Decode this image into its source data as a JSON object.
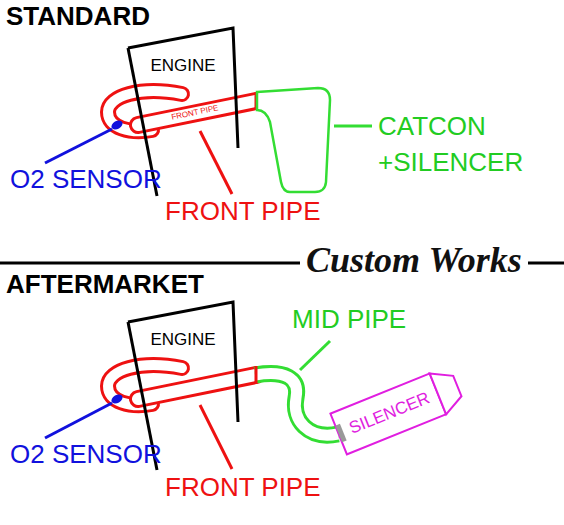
{
  "diagram": {
    "nodes": [
      {
        "text": [
          "ENGINE"
        ]
      },
      {
        "text": [
          "FRONT PIPE"
        ]
      },
      {
        "text": [
          "ENGINE"
        ]
      },
      {
        "text": [
          "SILENCER"
        ]
      }
    ],
    "labels": [
      "STANDARD",
      "O2 SENSOR",
      "FRONT PIPE",
      "CATCON +SILENCER",
      "Custom Works",
      "AFTERMARKET",
      "MID PIPE",
      "O2 SENSOR",
      "FRONT PIPE"
    ]
  }
}
